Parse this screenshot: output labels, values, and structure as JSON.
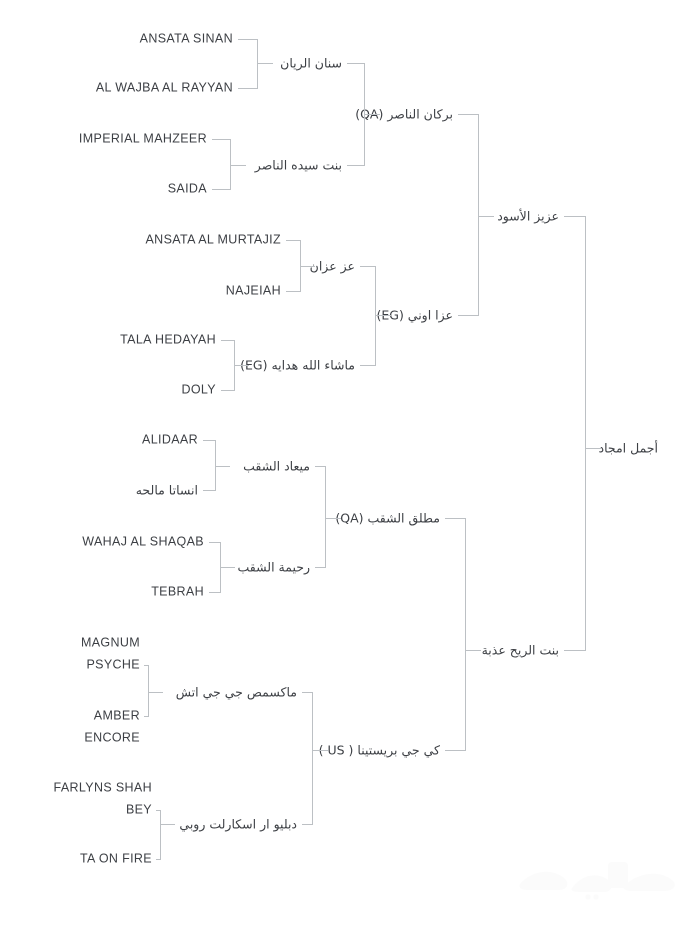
{
  "chart_data": {
    "type": "diagram",
    "title": "",
    "subtype": "pedigree-tree",
    "orientation": "left-to-right",
    "generations": 5,
    "line_color": "#bcc0c4",
    "text_color": "#3c3f44",
    "background": "#ffffff"
  },
  "tree": {
    "root": {
      "label": "أجمل امجاد",
      "lang": "ar"
    },
    "gen4": [
      {
        "label": "عزيز الأسود",
        "lang": "ar"
      },
      {
        "label": "بنت الريح عذبة",
        "lang": "ar"
      }
    ],
    "gen3": [
      {
        "label": "بركان الناصر (QA)",
        "lang": "ar"
      },
      {
        "label": "عزا اوني (EG)",
        "lang": "ar"
      },
      {
        "label": "مطلق الشقب (QA)",
        "lang": "ar"
      },
      {
        "label": "كي جي بريستينا ( US )",
        "lang": "ar"
      }
    ],
    "gen2": [
      {
        "label": "سنان الريان",
        "lang": "ar"
      },
      {
        "label": "بنت سيده الناصر",
        "lang": "ar"
      },
      {
        "label": "عز عزان",
        "lang": "ar"
      },
      {
        "label": "ماشاء الله هدايه (EG)",
        "lang": "ar"
      },
      {
        "label": "ميعاد الشقب",
        "lang": "ar"
      },
      {
        "label": "رحيمة الشقب",
        "lang": "ar"
      },
      {
        "label": "ماكسمص جي جي اتش",
        "lang": "ar"
      },
      {
        "label": "دبليو ار اسكارلت روبي",
        "lang": "ar"
      }
    ],
    "gen1": [
      {
        "line1": "ANSATA SINAN",
        "line2": "",
        "lang": "en"
      },
      {
        "line1": "AL WAJBA AL RAYYAN",
        "line2": "",
        "lang": "en"
      },
      {
        "line1": "IMPERIAL MAHZEER",
        "line2": "",
        "lang": "en"
      },
      {
        "line1": "SAIDA",
        "line2": "",
        "lang": "en"
      },
      {
        "line1": "ANSATA AL MURTAJIZ",
        "line2": "",
        "lang": "en"
      },
      {
        "line1": "NAJEIAH",
        "line2": "",
        "lang": "en"
      },
      {
        "line1": "TALA HEDAYAH",
        "line2": "",
        "lang": "en"
      },
      {
        "line1": "DOLY",
        "line2": "",
        "lang": "en"
      },
      {
        "line1": "ALIDAAR",
        "line2": "",
        "lang": "en"
      },
      {
        "line1": "انساتا مالحه",
        "line2": "",
        "lang": "ar"
      },
      {
        "line1": "WAHAJ AL SHAQAB",
        "line2": "",
        "lang": "en"
      },
      {
        "line1": "TEBRAH",
        "line2": "",
        "lang": "en"
      },
      {
        "line1": "MAGNUM",
        "line2": "PSYCHE",
        "lang": "en"
      },
      {
        "line1": "AMBER",
        "line2": "ENCORE",
        "lang": "en"
      },
      {
        "line1": "FARLYNS SHAH",
        "line2": "BEY",
        "lang": "en"
      },
      {
        "line1": "TA ON FIRE",
        "line2": "",
        "lang": "en"
      }
    ]
  }
}
